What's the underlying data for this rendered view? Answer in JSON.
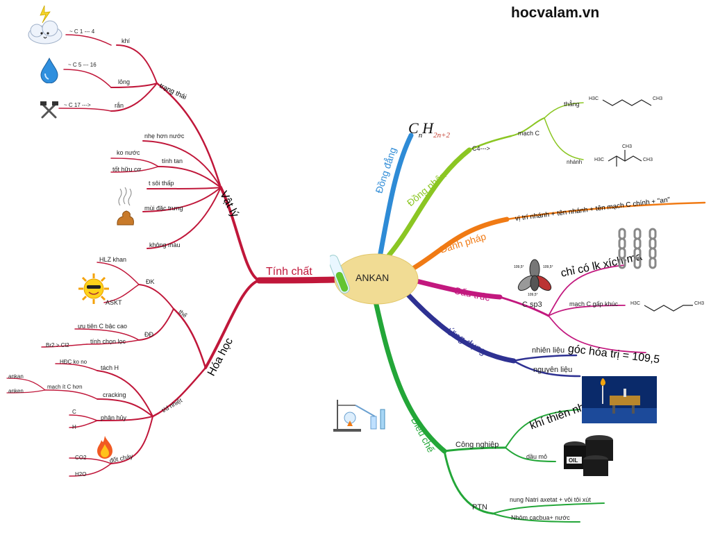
{
  "brand": "hocvalam.vn",
  "center": {
    "label": "ANKAN"
  },
  "formula": {
    "C": "C",
    "n": "n",
    "H": "H",
    "sub": "2n+2"
  },
  "colors": {
    "tinh_chat": "#c0173a",
    "dong_dang": "#2e8bd6",
    "dong_phan": "#8bc623",
    "danh_phap": "#f07a14",
    "cau_truc": "#c2187e",
    "ung_dung": "#2e3192",
    "dieu_che": "#23a638",
    "center_fill": "#f1dc94"
  },
  "left": {
    "tinh_chat": "Tính chất",
    "vat_ly": {
      "label": "Vật lý",
      "trang_thai": {
        "label": "trạng thái",
        "khi": "khí",
        "khi_note": "~ C 1 --- 4",
        "long": "lỏng",
        "long_note": "~ C 5 --- 16",
        "ran": "rắn",
        "ran_note": "~ C 17 --->"
      },
      "nhe_hon_nuoc": "nhẹ hơn nước",
      "tinh_tan": {
        "label": "tính tan",
        "ko_nuoc": "ko nước",
        "tot_huu_co": "tốt hữu cơ"
      },
      "t_soi_thap": "t sôi thấp",
      "mui": "mùi đặc trưng",
      "khong_mau": "không màu"
    },
    "hoa_hoc": {
      "label": "Hóa học",
      "the": {
        "label": "thế",
        "dk": {
          "label": "ĐK",
          "hlz": "HLZ khan",
          "askt": "ASKT"
        },
        "dd": {
          "label": "ĐĐ",
          "uu_tien": "ưu tiên C bậc cao",
          "tinh_chon_loc": "tính chọn lọc",
          "br2": "Br2 > Cl2"
        }
      },
      "td_nhiet": {
        "label": "t/d nhiệt",
        "tach_h": {
          "label": "tách H",
          "hdc": "HĐC ko no"
        },
        "cracking": {
          "label": "cracking",
          "mach_it": "mạch ít C hơn",
          "ankan1": "ankan",
          "ankan2": "anken"
        },
        "phan_huy": {
          "label": "phân hủy",
          "c": "C",
          "h": "H"
        },
        "dot_chay": {
          "label": "đốt cháy",
          "co2": "CO2",
          "h2o": "H2O"
        }
      }
    }
  },
  "right": {
    "dong_dang": "Đồng đẳng",
    "dong_phan": {
      "label": "Đồng phân",
      "c4": "C4--->",
      "mach_c": {
        "label": "mạch C",
        "thang": "thẳng",
        "nhanh": "nhánh"
      },
      "h3c": "H3C",
      "ch3": "CH3"
    },
    "danh_phap": {
      "label": "Danh pháp",
      "rule": "vị trí nhánh + tên nhánh + tên mạch C chính + \"an\""
    },
    "cau_truc": {
      "label": "Cấu trúc",
      "sp3": "C sp3",
      "angle1": "109,5°",
      "angle2": "109,5°",
      "angle3": "109,5°",
      "xich_ma": "chỉ có lk xích-ma",
      "gap_khuc": "mạch C gấp khúc",
      "goc": "góc hóa trị = 109,5"
    },
    "ung_dung": {
      "label": "Ứng dụng",
      "nhien_lieu": "nhiên liệu",
      "nguyen_lieu": "nguyên liệu"
    },
    "dieu_che": {
      "label": "Điều chế",
      "cong_nghiep": {
        "label": "Công nghiệp",
        "khi_thien_nhien": "khí thiên nhiên",
        "dau_mo": "dầu mỏ"
      },
      "ptn": {
        "label": "PTN",
        "nung": "nung Natri axetat + vôi tôi xút",
        "nhom": "Nhôm cacbua+ nước"
      },
      "oil": "OIL"
    }
  }
}
